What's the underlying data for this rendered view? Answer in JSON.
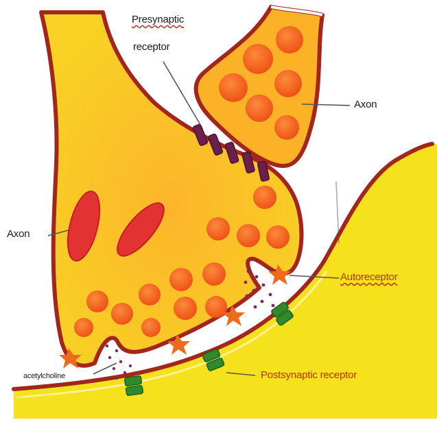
{
  "labels": {
    "presynaptic_line1": "Presynaptic",
    "presynaptic_line2": "receptor",
    "axon_top": "Axon",
    "axon_left": "Axon",
    "autoreceptor": "Autoreceptor",
    "acetylcholine": "acetylcholine",
    "postsynaptic": "Postsynaptic receptor"
  },
  "colors": {
    "background": "#ffffff",
    "cell_fill": "#f5e21c",
    "axon_terminal_fill": "#fbb226",
    "membrane": "#a3261c",
    "vesicle": "#f2621a",
    "mitochondria": "#e23232",
    "presynaptic_receptor": "#6b2049",
    "postsynaptic_receptor": "#2f8a2c",
    "neurotransmitter_dot": "#7a2a62",
    "autoreceptor_label": "#c82c10"
  }
}
